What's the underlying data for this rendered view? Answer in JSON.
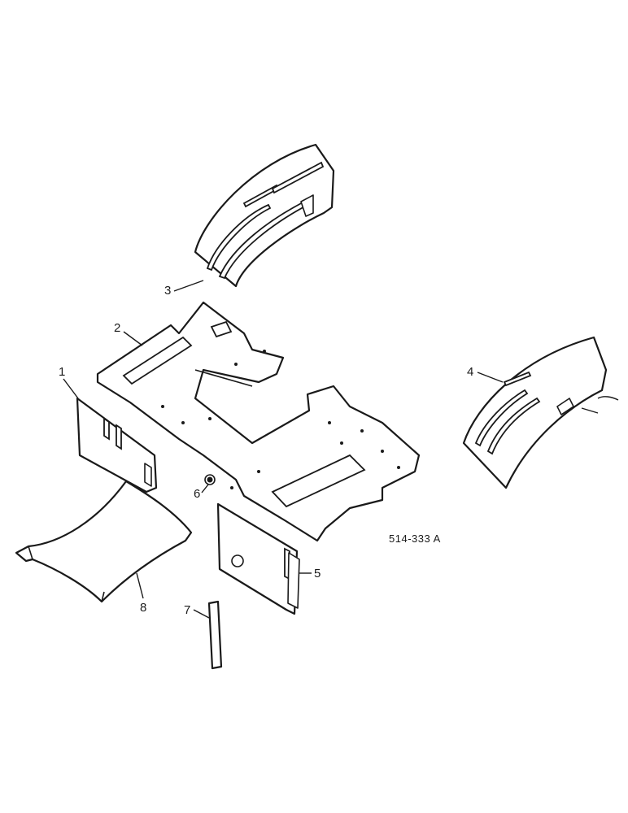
{
  "diagram": {
    "reference_number": "514-333 A",
    "callouts": {
      "c1": "1",
      "c2": "2",
      "c3": "3",
      "c4": "4",
      "c5": "5",
      "c6": "6",
      "c7": "7",
      "c8": "8"
    }
  }
}
